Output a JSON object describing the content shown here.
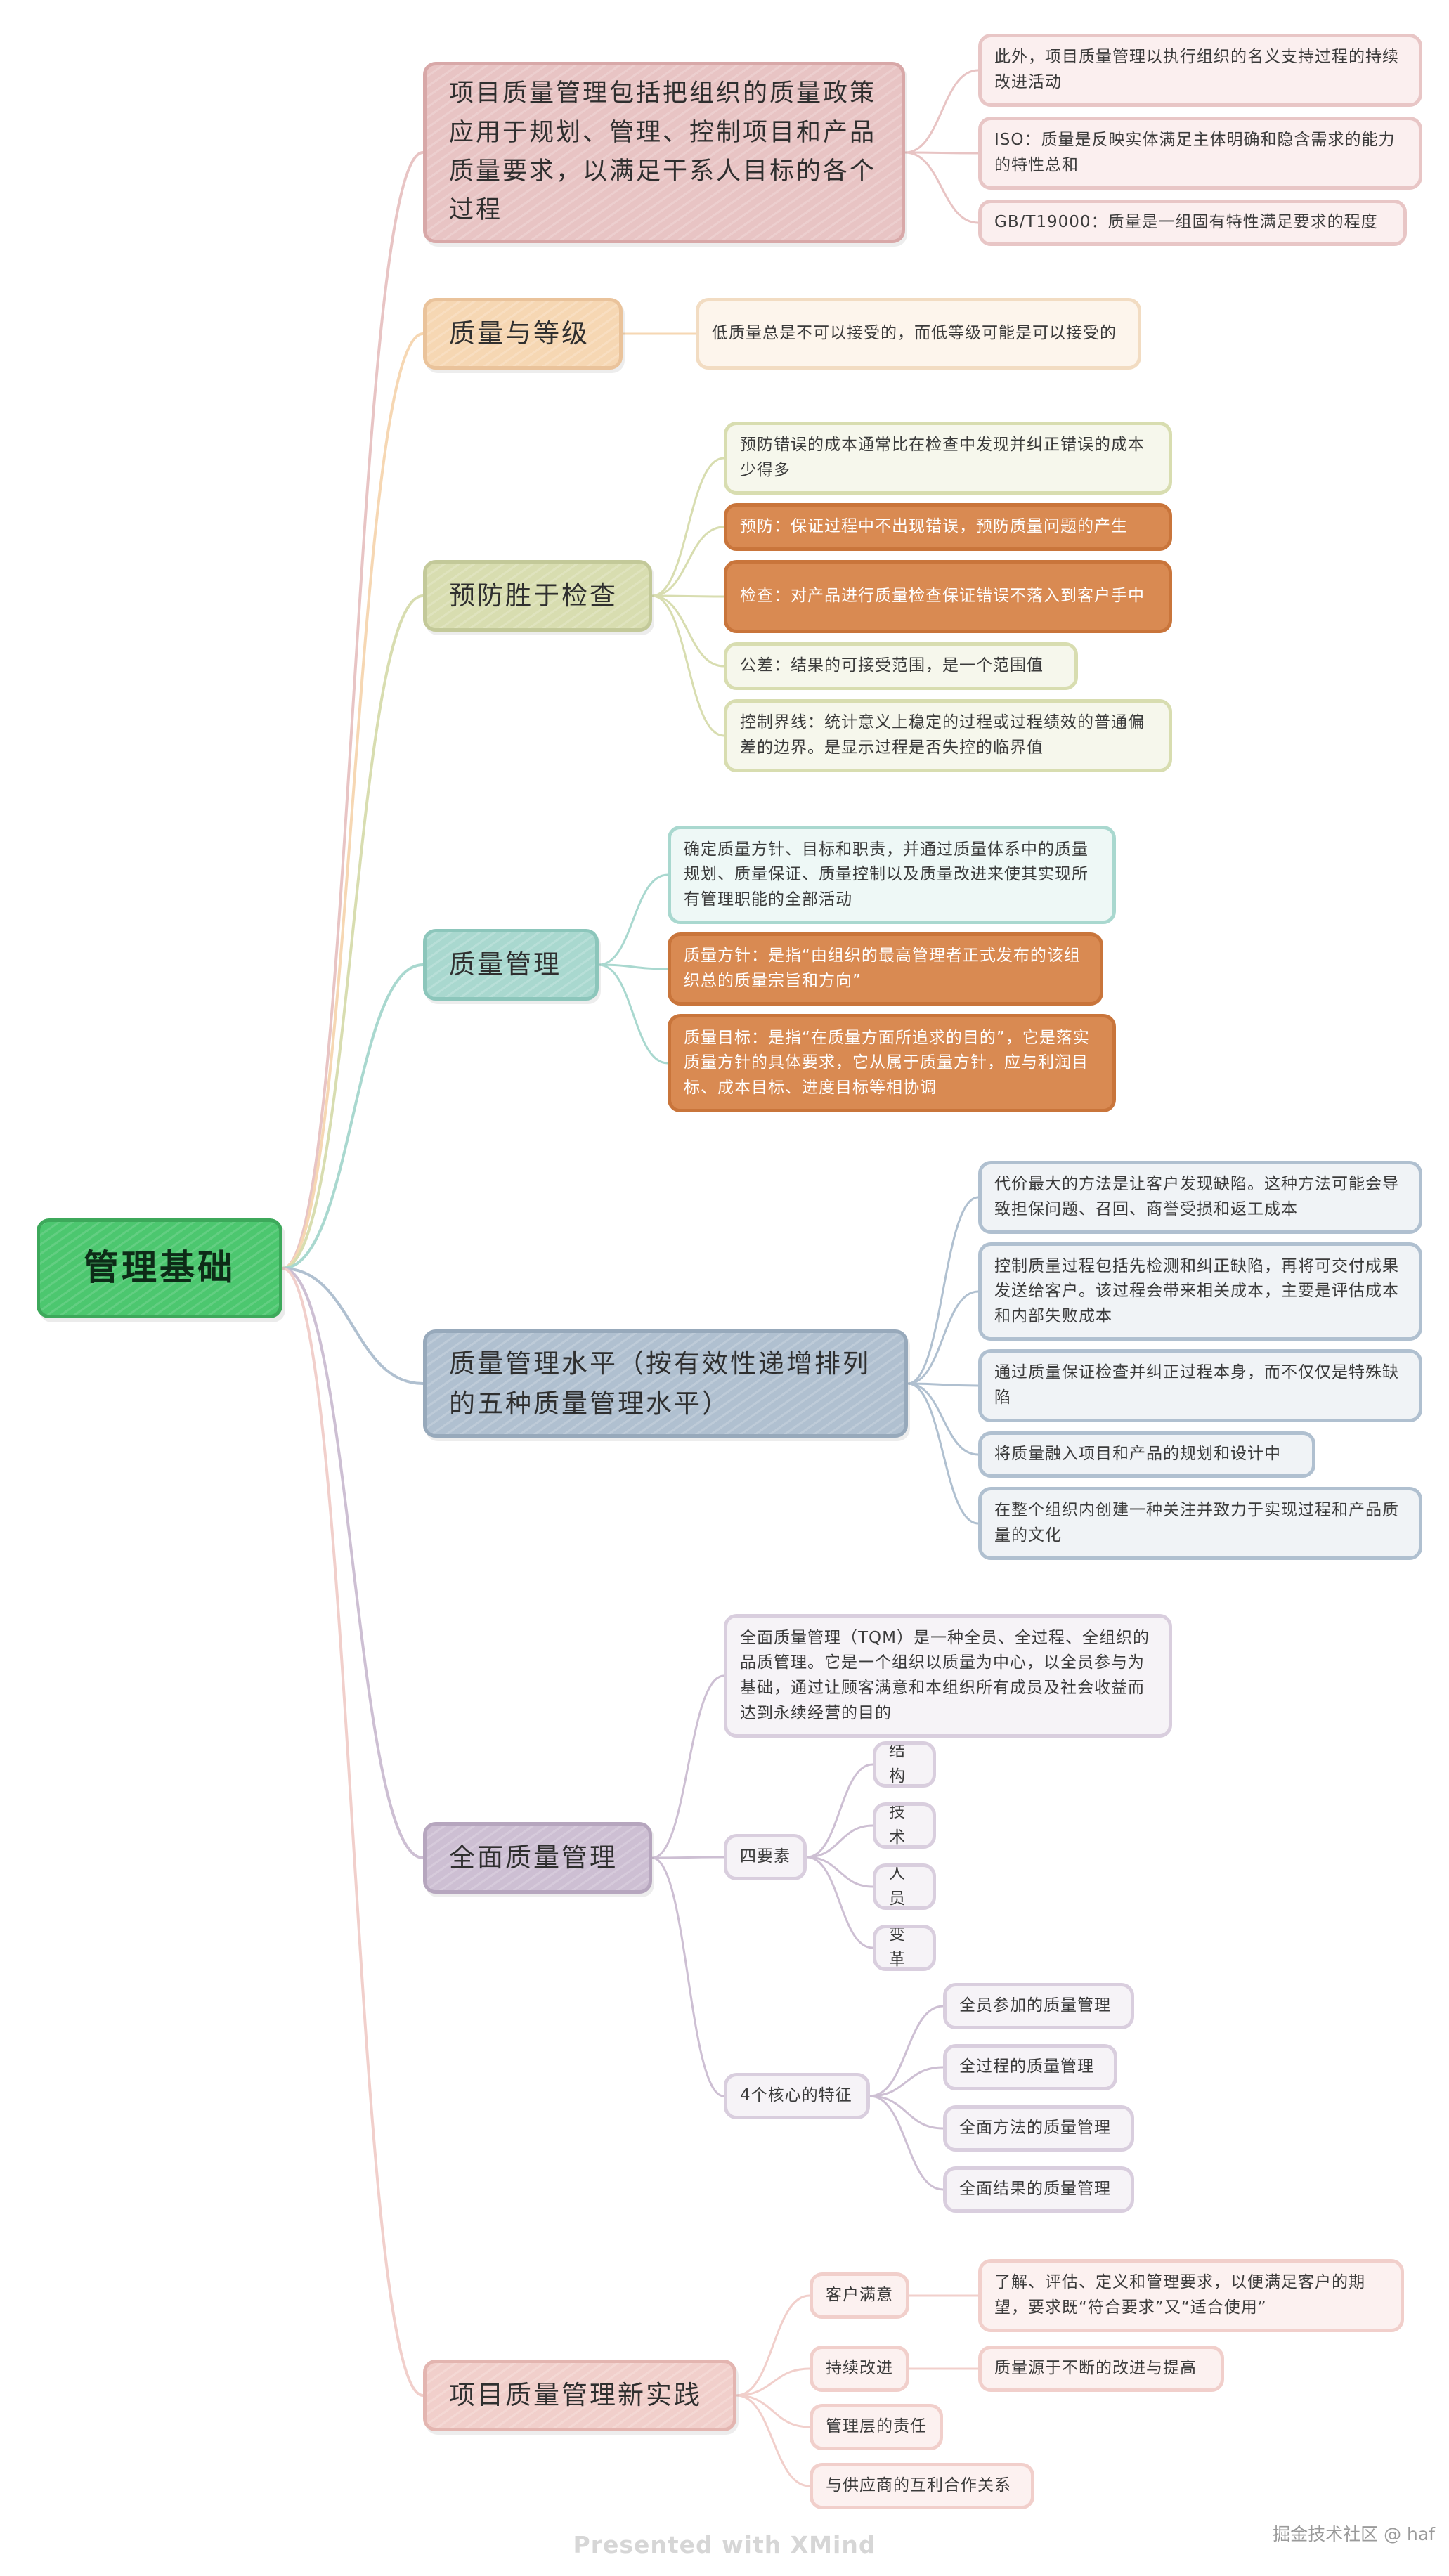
{
  "root": {
    "label": "管理基础"
  },
  "colors": {
    "pink": "#e8c4c4",
    "orange_light": "#f6d7b3",
    "olive": "#d8ddb0",
    "teal": "#a9d8cf",
    "slate": "#b0c0d0",
    "purple": "#cdbfd3",
    "rose": "#f1cfcb",
    "task_orange": "#d98a52"
  },
  "branches": [
    {
      "label": "项目质量管理包括把组织的质量政策应用于规划、管理、控制项目和产品质量要求，以满足干系人目标的各个过程",
      "children": [
        "此外，项目质量管理以执行组织的名义支持过程的持续改进活动",
        "ISO：质量是反映实体满足主体明确和隐含需求的能力的特性总和",
        "GB/T19000：质量是一组固有特性满足要求的程度"
      ]
    },
    {
      "label": "质量与等级",
      "children": [
        "低质量总是不可以接受的，而低等级可能是可以接受的"
      ]
    },
    {
      "label": "预防胜于检查",
      "children": [
        "预防错误的成本通常比在检查中发现并纠正错误的成本少得多",
        "预防：保证过程中不出现错误，预防质量问题的产生",
        "检查：对产品进行质量检查保证错误不落入到客户手中",
        "公差：结果的可接受范围，是一个范围值",
        "控制界线：统计意义上稳定的过程或过程绩效的普通偏差的边界。是显示过程是否失控的临界值"
      ]
    },
    {
      "label": "质量管理",
      "children": [
        "确定质量方针、目标和职责，并通过质量体系中的质量规划、质量保证、质量控制以及质量改进来使其实现所有管理职能的全部活动",
        "质量方针：是指“由组织的最高管理者正式发布的该组织总的质量宗旨和方向”",
        "质量目标：是指“在质量方面所追求的目的”，它是落实质量方针的具体要求，它从属于质量方针，应与利润目标、成本目标、进度目标等相协调"
      ]
    },
    {
      "label": "质量管理水平（按有效性递增排列的五种质量管理水平）",
      "children": [
        "代价最大的方法是让客户发现缺陷。这种方法可能会导致担保问题、召回、商誉受损和返工成本",
        "控制质量过程包括先检测和纠正缺陷，再将可交付成果发送给客户。该过程会带来相关成本，主要是评估成本和内部失败成本",
        "通过质量保证检查并纠正过程本身，而不仅仅是特殊缺陷",
        "将质量融入项目和产品的规划和设计中",
        "在整个组织内创建一种关注并致力于实现过程和产品质量的文化"
      ]
    },
    {
      "label": "全面质量管理",
      "definition": "全面质量管理（TQM）是一种全员、全过程、全组织的品质管理。它是一个组织以质量为中心，以全员参与为基础，通过让顾客满意和本组织所有成员及社会收益而达到永续经营的目的",
      "four_elements": {
        "label": "四要素",
        "items": [
          "结构",
          "技术",
          "人员",
          "变革"
        ]
      },
      "core_features": {
        "label": "4个核心的特征",
        "items": [
          "全员参加的质量管理",
          "全过程的质量管理",
          "全面方法的质量管理",
          "全面结果的质量管理"
        ]
      }
    },
    {
      "label": "项目质量管理新实践",
      "children": [
        {
          "label": "客户满意",
          "detail": "了解、评估、定义和管理要求，以便满足客户的期望，要求既“符合要求”又“适合使用”"
        },
        {
          "label": "持续改进",
          "detail": "质量源于不断的改进与提高"
        },
        {
          "label": "管理层的责任"
        },
        {
          "label": "与供应商的互利合作关系"
        }
      ]
    }
  ],
  "footer": {
    "watermark": "Presented with XMind",
    "credit": "掘金技术社区 @ haf"
  }
}
